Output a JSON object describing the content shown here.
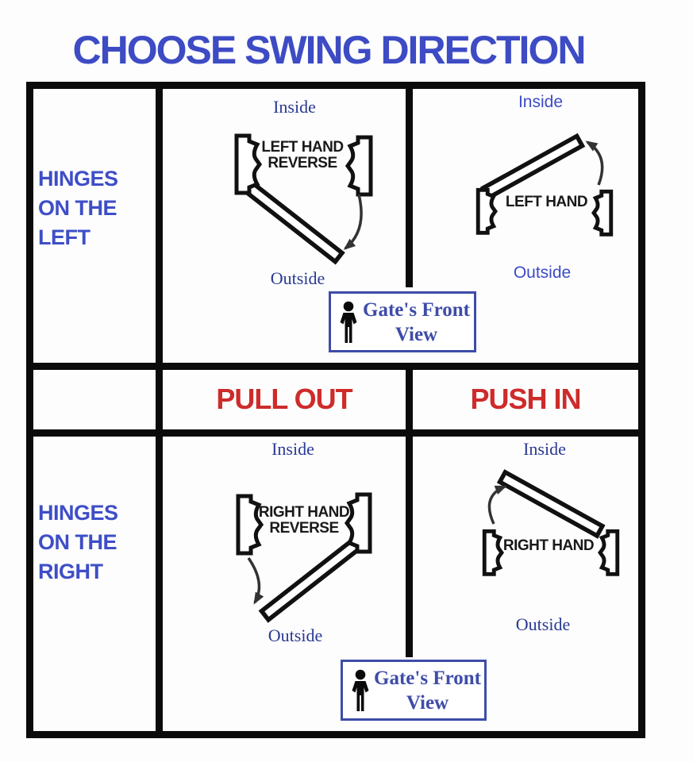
{
  "title": "CHOOSE SWING DIRECTION",
  "row_labels": {
    "top": [
      "HINGES",
      "ON THE",
      "LEFT"
    ],
    "bottom": [
      "HINGES",
      "ON THE",
      "RIGHT"
    ]
  },
  "actions": {
    "pull_out": "PULL OUT",
    "push_in": "PUSH IN"
  },
  "diagrams": {
    "left_hand_reverse": {
      "inside": "Inside",
      "outside": "Outside",
      "name_lines": [
        "LEFT HAND",
        "REVERSE"
      ]
    },
    "left_hand": {
      "inside": "Inside",
      "outside": "Outside",
      "name": "LEFT HAND"
    },
    "right_hand_reverse": {
      "inside": "Inside",
      "outside": "Outside",
      "name_lines": [
        "RIGHT HAND",
        "REVERSE"
      ]
    },
    "right_hand": {
      "inside": "Inside",
      "outside": "Outside",
      "name": "RIGHT HAND"
    }
  },
  "front_view": {
    "line1": "Gate's Front",
    "line2": "View"
  },
  "colors": {
    "title_blue": "#3d4bc4",
    "hinges_blue": "#3e4ec7",
    "serif_navy": "#2b3a94",
    "action_red": "#ce2b2b",
    "box_blue": "#3e4ca8",
    "line_black": "#0b0b0b"
  }
}
